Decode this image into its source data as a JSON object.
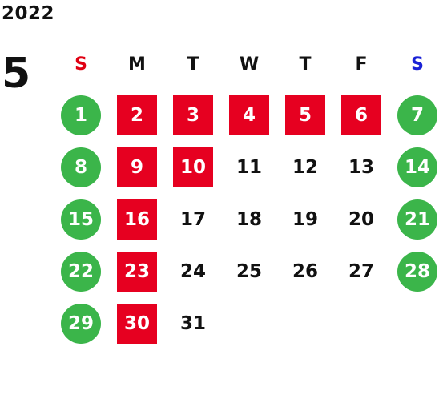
{
  "calendar": {
    "year": "2022",
    "month": "5",
    "weekdays": [
      {
        "label": "S",
        "color": "#e00012"
      },
      {
        "label": "M",
        "color": "#111111"
      },
      {
        "label": "T",
        "color": "#111111"
      },
      {
        "label": "W",
        "color": "#111111"
      },
      {
        "label": "T",
        "color": "#111111"
      },
      {
        "label": "F",
        "color": "#111111"
      },
      {
        "label": "S",
        "color": "#1a22d6"
      }
    ],
    "colors": {
      "weekend_circle": "#3bb54a",
      "holiday_square": "#e60020",
      "text": "#111111"
    },
    "weeks": [
      [
        {
          "day": "1",
          "style": "circle"
        },
        {
          "day": "2",
          "style": "square"
        },
        {
          "day": "3",
          "style": "square"
        },
        {
          "day": "4",
          "style": "square"
        },
        {
          "day": "5",
          "style": "square"
        },
        {
          "day": "6",
          "style": "square"
        },
        {
          "day": "7",
          "style": "circle"
        }
      ],
      [
        {
          "day": "8",
          "style": "circle"
        },
        {
          "day": "9",
          "style": "square"
        },
        {
          "day": "10",
          "style": "square"
        },
        {
          "day": "11",
          "style": "plain"
        },
        {
          "day": "12",
          "style": "plain"
        },
        {
          "day": "13",
          "style": "plain"
        },
        {
          "day": "14",
          "style": "circle"
        }
      ],
      [
        {
          "day": "15",
          "style": "circle"
        },
        {
          "day": "16",
          "style": "square"
        },
        {
          "day": "17",
          "style": "plain"
        },
        {
          "day": "18",
          "style": "plain"
        },
        {
          "day": "19",
          "style": "plain"
        },
        {
          "day": "20",
          "style": "plain"
        },
        {
          "day": "21",
          "style": "circle"
        }
      ],
      [
        {
          "day": "22",
          "style": "circle"
        },
        {
          "day": "23",
          "style": "square"
        },
        {
          "day": "24",
          "style": "plain"
        },
        {
          "day": "25",
          "style": "plain"
        },
        {
          "day": "26",
          "style": "plain"
        },
        {
          "day": "27",
          "style": "plain"
        },
        {
          "day": "28",
          "style": "circle"
        }
      ],
      [
        {
          "day": "29",
          "style": "circle"
        },
        {
          "day": "30",
          "style": "square"
        },
        {
          "day": "31",
          "style": "plain"
        },
        {
          "day": "",
          "style": "empty"
        },
        {
          "day": "",
          "style": "empty"
        },
        {
          "day": "",
          "style": "empty"
        },
        {
          "day": "",
          "style": "empty"
        }
      ]
    ]
  }
}
